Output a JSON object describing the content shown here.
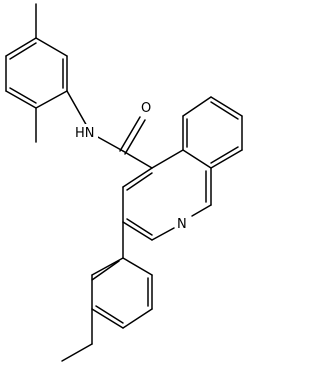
{
  "molecule": {
    "atoms": {
      "amide_n": {
        "symbol": "N",
        "hydrogen": "H"
      },
      "carbonyl_o": {
        "symbol": "O"
      },
      "quinoline_n": {
        "symbol": "N"
      }
    }
  },
  "colors": {
    "bond": "#000000",
    "label": "#000000",
    "background": "#ffffff"
  }
}
